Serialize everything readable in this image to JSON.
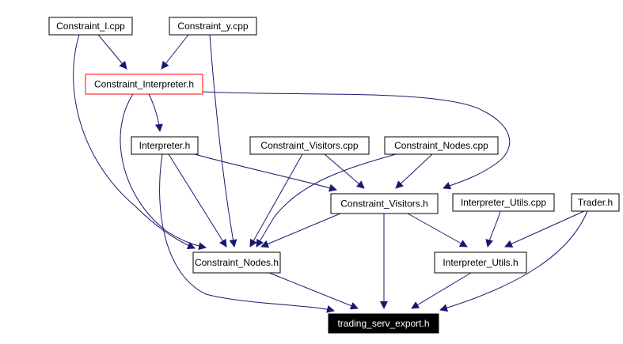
{
  "nodes": [
    {
      "id": "constraint_l_cpp",
      "label": "Constraint_l.cpp",
      "style": "normal"
    },
    {
      "id": "constraint_y_cpp",
      "label": "Constraint_y.cpp",
      "style": "normal"
    },
    {
      "id": "constraint_interpreter_h",
      "label": "Constraint_Interpreter.h",
      "style": "highlight"
    },
    {
      "id": "interpreter_h",
      "label": "Interpreter.h",
      "style": "normal"
    },
    {
      "id": "constraint_visitors_cpp",
      "label": "Constraint_Visitors.cpp",
      "style": "normal"
    },
    {
      "id": "constraint_nodes_cpp",
      "label": "Constraint_Nodes.cpp",
      "style": "normal"
    },
    {
      "id": "constraint_visitors_h",
      "label": "Constraint_Visitors.h",
      "style": "normal"
    },
    {
      "id": "interpreter_utils_cpp",
      "label": "Interpreter_Utils.cpp",
      "style": "normal"
    },
    {
      "id": "trader_h",
      "label": "Trader.h",
      "style": "normal"
    },
    {
      "id": "constraint_nodes_h",
      "label": "Constraint_Nodes.h",
      "style": "normal"
    },
    {
      "id": "interpreter_utils_h",
      "label": "Interpreter_Utils.h",
      "style": "normal"
    },
    {
      "id": "trading_serv_export_h",
      "label": "trading_serv_export.h",
      "style": "inverted"
    }
  ],
  "edges": [
    {
      "from": "constraint_l_cpp",
      "to": "constraint_interpreter_h"
    },
    {
      "from": "constraint_l_cpp",
      "to": "constraint_nodes_h"
    },
    {
      "from": "constraint_y_cpp",
      "to": "constraint_interpreter_h"
    },
    {
      "from": "constraint_y_cpp",
      "to": "constraint_nodes_h"
    },
    {
      "from": "constraint_interpreter_h",
      "to": "interpreter_h"
    },
    {
      "from": "constraint_interpreter_h",
      "to": "constraint_visitors_h"
    },
    {
      "from": "constraint_interpreter_h",
      "to": "constraint_nodes_h"
    },
    {
      "from": "interpreter_h",
      "to": "constraint_visitors_h"
    },
    {
      "from": "interpreter_h",
      "to": "constraint_nodes_h"
    },
    {
      "from": "interpreter_h",
      "to": "trading_serv_export_h"
    },
    {
      "from": "constraint_visitors_cpp",
      "to": "constraint_visitors_h"
    },
    {
      "from": "constraint_visitors_cpp",
      "to": "constraint_nodes_h"
    },
    {
      "from": "constraint_nodes_cpp",
      "to": "constraint_visitors_h"
    },
    {
      "from": "constraint_nodes_cpp",
      "to": "constraint_nodes_h"
    },
    {
      "from": "constraint_visitors_h",
      "to": "constraint_nodes_h"
    },
    {
      "from": "constraint_visitors_h",
      "to": "interpreter_utils_h"
    },
    {
      "from": "constraint_visitors_h",
      "to": "trading_serv_export_h"
    },
    {
      "from": "interpreter_utils_cpp",
      "to": "interpreter_utils_h"
    },
    {
      "from": "trader_h",
      "to": "interpreter_utils_h"
    },
    {
      "from": "trader_h",
      "to": "trading_serv_export_h"
    },
    {
      "from": "constraint_nodes_h",
      "to": "trading_serv_export_h"
    },
    {
      "from": "interpreter_utils_h",
      "to": "trading_serv_export_h"
    }
  ],
  "colors": {
    "edge": "#191970",
    "node_border": "#000000",
    "highlight_border": "#ff0000",
    "inverted_fill": "#000000",
    "inverted_text": "#ffffff",
    "background": "#ffffff"
  }
}
